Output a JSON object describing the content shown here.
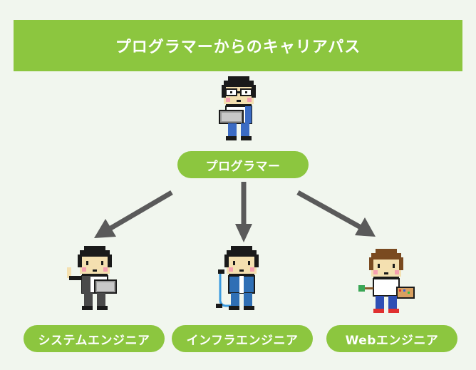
{
  "title": "プログラマーからのキャリアパス",
  "root": {
    "label": "プログラマー"
  },
  "branches": [
    {
      "label": "システムエンジニア"
    },
    {
      "label": "インフラエンジニア"
    },
    {
      "label": "Webエンジニア"
    }
  ],
  "colors": {
    "accent": "#8cc63f",
    "background": "#f1f6ee",
    "arrow": "#5a5a5a"
  },
  "icons": {
    "root": "programmer-character-icon",
    "branch_0": "system-engineer-character-icon",
    "branch_1": "infra-engineer-character-icon",
    "branch_2": "web-engineer-character-icon"
  }
}
